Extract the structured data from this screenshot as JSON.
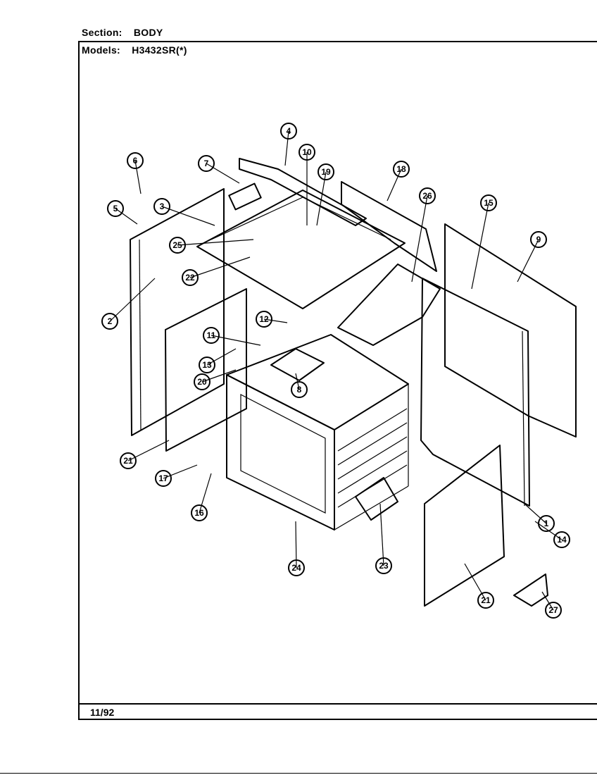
{
  "header": {
    "section_label": "Section:",
    "section_value": "BODY",
    "models_label": "Models:",
    "models_value": "H3432SR(*)"
  },
  "footer": {
    "date": "11/92"
  },
  "callouts": [
    "4",
    "6",
    "7",
    "10",
    "19",
    "18",
    "26",
    "15",
    "5",
    "3",
    "9",
    "25",
    "22",
    "2",
    "12",
    "11",
    "13",
    "20",
    "8",
    "21",
    "17",
    "16",
    "1",
    "14",
    "24",
    "23",
    "21",
    "27"
  ]
}
